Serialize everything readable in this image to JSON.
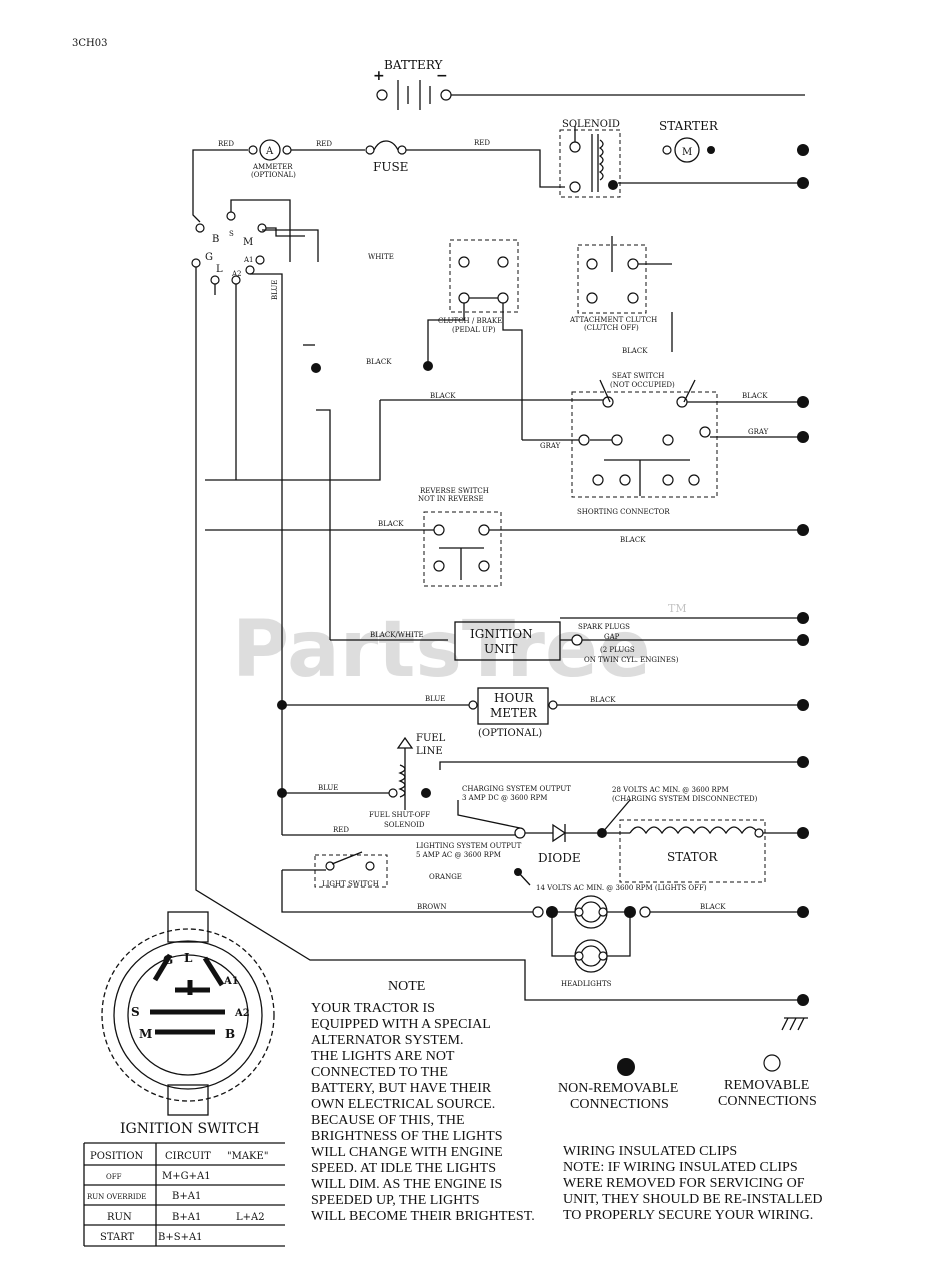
{
  "header": {
    "code": "3CH03"
  },
  "watermark": {
    "text": "PartsTree",
    "tm": "TM"
  },
  "components": {
    "battery": "BATTERY",
    "battery_plus": "+",
    "battery_minus": "−",
    "solenoid": "SOLENOID",
    "starter": "STARTER",
    "starter_symbol": "M",
    "fuse": "FUSE",
    "ammeter_symbol": "A",
    "ammeter": "AMMETER",
    "ammeter_optional": "(OPTIONAL)",
    "switch_terminals": [
      "B",
      "S",
      "M",
      "G",
      "L",
      "A1",
      "A2"
    ],
    "clutch_brake": "CLUTCH / BRAKE",
    "clutch_brake_sub": "(PEDAL UP)",
    "attachment_clutch": "ATTACHMENT CLUTCH",
    "attachment_clutch_sub": "(CLUTCH OFF)",
    "seat_switch": "SEAT SWITCH",
    "seat_switch_sub": "(NOT OCCUPIED)",
    "shorting_connector": "SHORTING CONNECTOR",
    "reverse_switch": "REVERSE SWITCH",
    "reverse_switch_sub": "NOT IN REVERSE",
    "ignition_unit_1": "IGNITION",
    "ignition_unit_2": "UNIT",
    "spark_plugs": "SPARK PLUGS",
    "gap": "GAP",
    "spark_note_1": "(2 PLUGS",
    "spark_note_2": "ON TWIN CYL. ENGINES)",
    "hour_meter_1": "HOUR",
    "hour_meter_2": "METER",
    "hour_meter_optional": "(OPTIONAL)",
    "fuel_line_1": "FUEL",
    "fuel_line_2": "LINE",
    "fuel_solenoid_1": "FUEL SHUT-OFF",
    "fuel_solenoid_2": "SOLENOID",
    "charging_output_1": "CHARGING SYSTEM OUTPUT",
    "charging_output_2": "3 AMP DC @ 3600 RPM",
    "volts_28_1": "28 VOLTS AC MIN. @ 3600 RPM",
    "volts_28_2": "(CHARGING SYSTEM DISCONNECTED)",
    "lighting_output_1": "LIGHTING SYSTEM OUTPUT",
    "lighting_output_2": "5 AMP AC @ 3600 RPM",
    "diode": "DIODE",
    "stator": "STATOR",
    "volts_14": "14 VOLTS AC MIN. @ 3600 RPM (LIGHTS OFF)",
    "light_switch": "LIGHT SWITCH",
    "headlights": "HEADLIGHTS"
  },
  "wire_colors": {
    "red": "RED",
    "white": "WHITE",
    "blue": "BLUE",
    "black": "BLACK",
    "gray": "GRAY",
    "black_white": "BLACK/WHITE",
    "orange": "ORANGE",
    "brown": "BROWN"
  },
  "ignition_switch": {
    "title": "IGNITION SWITCH",
    "table_headers": [
      "POSITION",
      "CIRCUIT",
      "\"MAKE\""
    ],
    "rows": [
      {
        "position": "OFF",
        "circuit": "M+G+A1",
        "extra": ""
      },
      {
        "position": "RUN OVERRIDE",
        "circuit": "B+A1",
        "extra": ""
      },
      {
        "position": "RUN",
        "circuit": "B+A1",
        "extra": "L+A2"
      },
      {
        "position": "START",
        "circuit": "B+S+A1",
        "extra": ""
      }
    ]
  },
  "note": {
    "title": "NOTE",
    "lines": [
      "YOUR TRACTOR IS",
      "EQUIPPED WITH A SPECIAL",
      "ALTERNATOR SYSTEM.",
      "THE LIGHTS ARE NOT",
      "CONNECTED TO THE",
      "BATTERY, BUT HAVE THEIR",
      "OWN ELECTRICAL SOURCE.",
      "BECAUSE OF THIS, THE",
      "BRIGHTNESS OF THE LIGHTS",
      "WILL CHANGE WITH ENGINE",
      "SPEED.  AT IDLE THE LIGHTS",
      "WILL DIM.  AS THE ENGINE IS",
      "SPEEDED UP, THE LIGHTS",
      "WILL BECOME THEIR BRIGHTEST."
    ]
  },
  "legend": {
    "non_removable_1": "NON-REMOVABLE",
    "non_removable_2": "CONNECTIONS",
    "removable_1": "REMOVABLE",
    "removable_2": "CONNECTIONS"
  },
  "clips_note": [
    "WIRING INSULATED CLIPS",
    "NOTE: IF WIRING INSULATED CLIPS",
    "WERE REMOVED FOR SERVICING OF",
    "UNIT, THEY SHOULD BE RE-INSTALLED",
    "TO PROPERLY SECURE YOUR WIRING."
  ]
}
